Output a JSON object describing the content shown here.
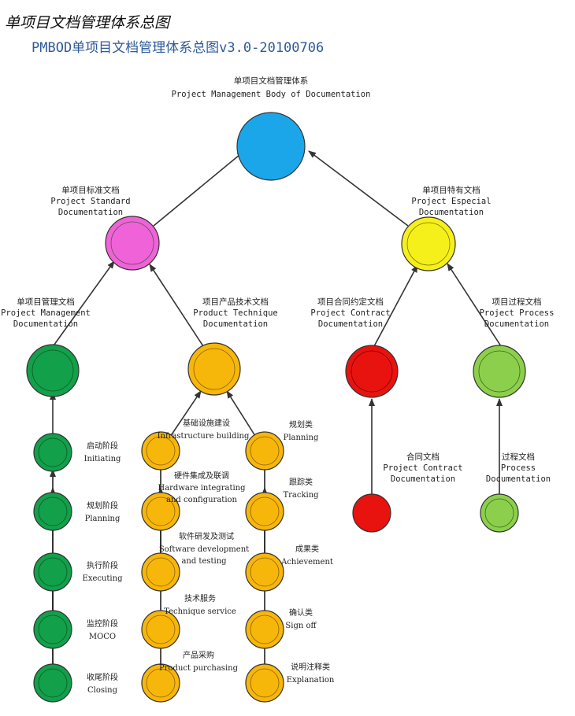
{
  "heading": "单项目文档管理体系总图",
  "subheading": "PMBOD单项目文档管理体系总图v3.0-20100706",
  "colors": {
    "root": "#1aa6e8",
    "standard": "#f062d8",
    "especial": "#f6f01a",
    "management": "#12a04a",
    "product": "#f7b60a",
    "contract": "#e8120f",
    "process": "#8ccf4c",
    "arrow": "#333333"
  },
  "nodes": {
    "root": {
      "zh": "单项目文档管理体系",
      "en": "Project Management Body of Documentation"
    },
    "standard": {
      "zh": "单项目标准文档",
      "en1": "Project Standard",
      "en2": "Documentation"
    },
    "especial": {
      "zh": "单项目特有文档",
      "en1": "Project Especial",
      "en2": "Documentation"
    },
    "management": {
      "zh": "单项目管理文档",
      "en1": "Project Management",
      "en2": "Documentation"
    },
    "product": {
      "zh": "项目产品技术文档",
      "en1": "Product Technique",
      "en2": "Documentation"
    },
    "contract": {
      "zh": "项目合同约定文档",
      "en1": "Project Contract",
      "en2": "Documentation"
    },
    "process": {
      "zh": "项目过程文档",
      "en1": "Project Process",
      "en2": "Documentation"
    },
    "contract_doc": {
      "zh": "合同文档",
      "en1": "Project Contract",
      "en2": "Documentation"
    },
    "process_doc": {
      "zh": "过程文档",
      "en1": "Process",
      "en2": "Documentation"
    }
  },
  "phases": [
    {
      "zh": "启动阶段",
      "en": "Initiating"
    },
    {
      "zh": "规划阶段",
      "en": "Planning"
    },
    {
      "zh": "执行阶段",
      "en": "Executing"
    },
    {
      "zh": "监控阶段",
      "en": "MOCO"
    },
    {
      "zh": "收尾阶段",
      "en": "Closing"
    }
  ],
  "tech_items": [
    {
      "zh": "基础设施建设",
      "en1": "Infrastructure building",
      "en2": ""
    },
    {
      "zh": "硬件集成及联调",
      "en1": "Hardware integrating",
      "en2": "and configuration"
    },
    {
      "zh": "软件研发及测试",
      "en1": "Software development",
      "en2": "and testing"
    },
    {
      "zh": "技术服务",
      "en1": "Technique service",
      "en2": ""
    },
    {
      "zh": "产品采购",
      "en1": "Product purchasing",
      "en2": ""
    }
  ],
  "categories": [
    {
      "zh": "规划类",
      "en": "Planning"
    },
    {
      "zh": "跟踪类",
      "en": "Tracking"
    },
    {
      "zh": "成果类",
      "en": "Achievement"
    },
    {
      "zh": "确认类",
      "en": "Sign off"
    },
    {
      "zh": "说明注释类",
      "en": "Explanation"
    }
  ]
}
